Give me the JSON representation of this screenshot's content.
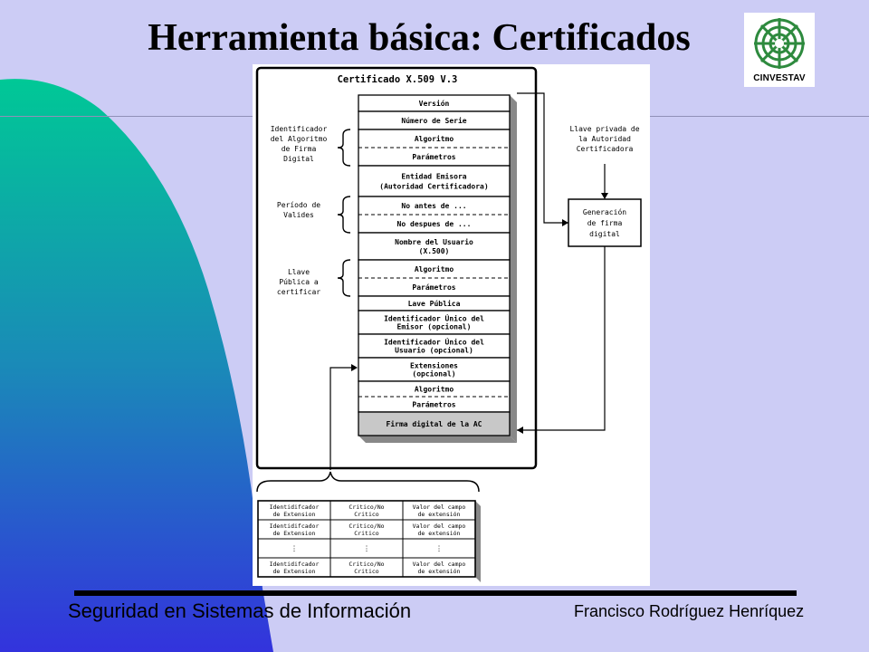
{
  "slide": {
    "title": "Herramienta básica: Certificados",
    "footer_left": "Seguridad en Sistemas de Información",
    "footer_right": "Francisco Rodríguez Henríquez",
    "logo_text": "CINVESTAV"
  },
  "colors": {
    "background": "#ccccf5",
    "gradient_top": "#00c896",
    "gradient_bottom": "#3333dd",
    "shaded_field": "#c8c8c8"
  },
  "diagram": {
    "heading": "Certificado X.509 V.3",
    "fields": [
      "Versión",
      "Número de Serie",
      "Algoritmo",
      "Parámetros",
      "Entidad Emisora",
      "(Autoridad Certificadora)",
      "No antes de ...",
      "No despues de ...",
      "Nombre del Usuario",
      "(X.500)",
      "Algoritmo",
      "Parámetros",
      "Lave Pública",
      "Identificador Único del",
      "Emisor (opcional)",
      "Identificador Único del",
      "Usuario (opcional)",
      "Extensiones",
      "(opcional)",
      "Algoritmo",
      "Parámetros",
      "Firma digital de la AC"
    ],
    "groups": [
      [
        "Identificador",
        "del Algoritmo",
        "de Firma",
        "Digital"
      ],
      [
        "Período de",
        "Valides"
      ],
      [
        "Llave",
        "Pública a",
        "certificar"
      ]
    ],
    "right_label": [
      "Llave privada de",
      "la Autoridad",
      "Certificadora"
    ],
    "process_box": [
      "Generación",
      "de firma",
      "digital"
    ],
    "ext_table": [
      [
        [
          "Identidifcador",
          "de Extension"
        ],
        [
          "Critico/No",
          "Critico"
        ],
        [
          "Valor del campo",
          "de extensión"
        ]
      ],
      [
        [
          "Identidifcador",
          "de Extension"
        ],
        [
          "Critico/No",
          "Critico"
        ],
        [
          "Valor del campo",
          "de extensión"
        ]
      ],
      [
        [
          "⋮"
        ],
        [
          "⋮"
        ],
        [
          "⋮"
        ]
      ],
      [
        [
          "Identidifcador",
          "de Extension"
        ],
        [
          "Critico/No",
          "Critico"
        ],
        [
          "Valor del campo",
          "de extensión"
        ]
      ]
    ]
  }
}
